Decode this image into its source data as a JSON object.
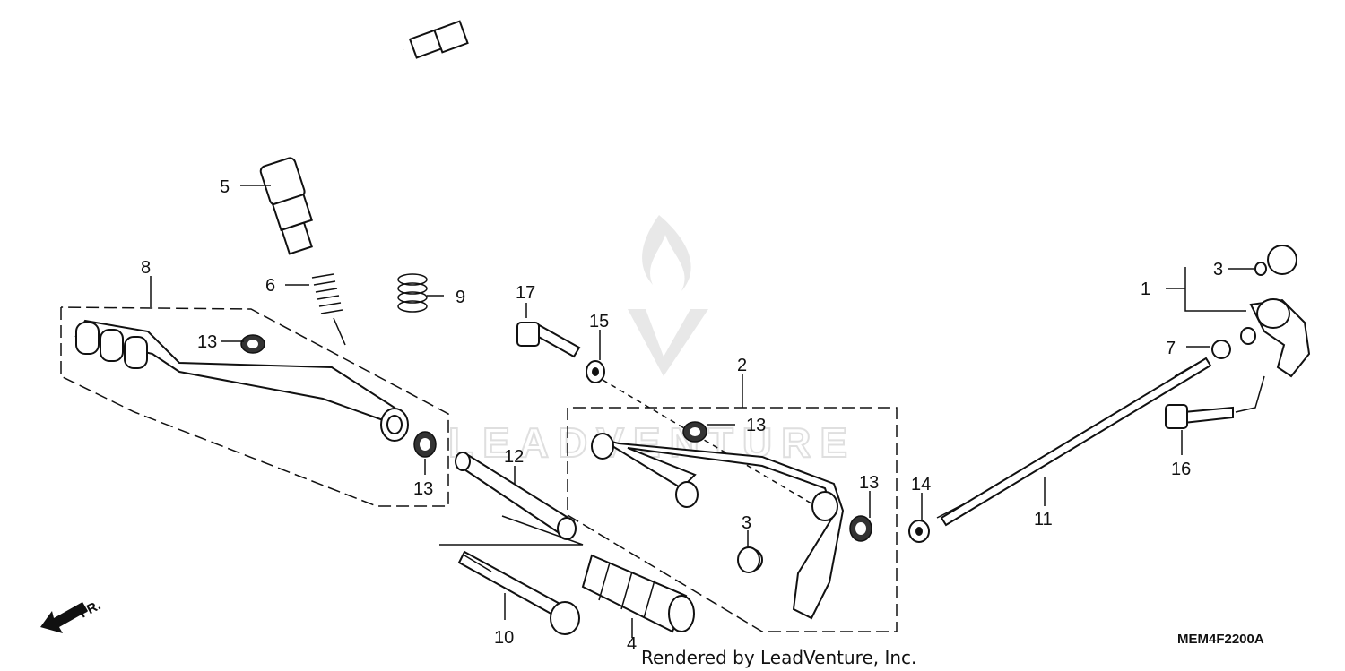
{
  "callouts": [
    {
      "id": "c1",
      "text": "1"
    },
    {
      "id": "c2",
      "text": "2"
    },
    {
      "id": "c3a",
      "text": "3"
    },
    {
      "id": "c3b",
      "text": "3"
    },
    {
      "id": "c4",
      "text": "4"
    },
    {
      "id": "c5",
      "text": "5"
    },
    {
      "id": "c6",
      "text": "6"
    },
    {
      "id": "c7",
      "text": "7"
    },
    {
      "id": "c8",
      "text": "8"
    },
    {
      "id": "c9",
      "text": "9"
    },
    {
      "id": "c10",
      "text": "10"
    },
    {
      "id": "c11",
      "text": "11"
    },
    {
      "id": "c12",
      "text": "12"
    },
    {
      "id": "c13a",
      "text": "13"
    },
    {
      "id": "c13b",
      "text": "13"
    },
    {
      "id": "c13c",
      "text": "13"
    },
    {
      "id": "c13d",
      "text": "13"
    },
    {
      "id": "c14",
      "text": "14"
    },
    {
      "id": "c15",
      "text": "15"
    },
    {
      "id": "c16",
      "text": "16"
    },
    {
      "id": "c17",
      "text": "17"
    }
  ],
  "front_indicator": "FR.",
  "diagram_code": "MEM4F2200A",
  "credit": "Rendered by LeadVenture, Inc.",
  "watermark": "LEADVENTURE"
}
